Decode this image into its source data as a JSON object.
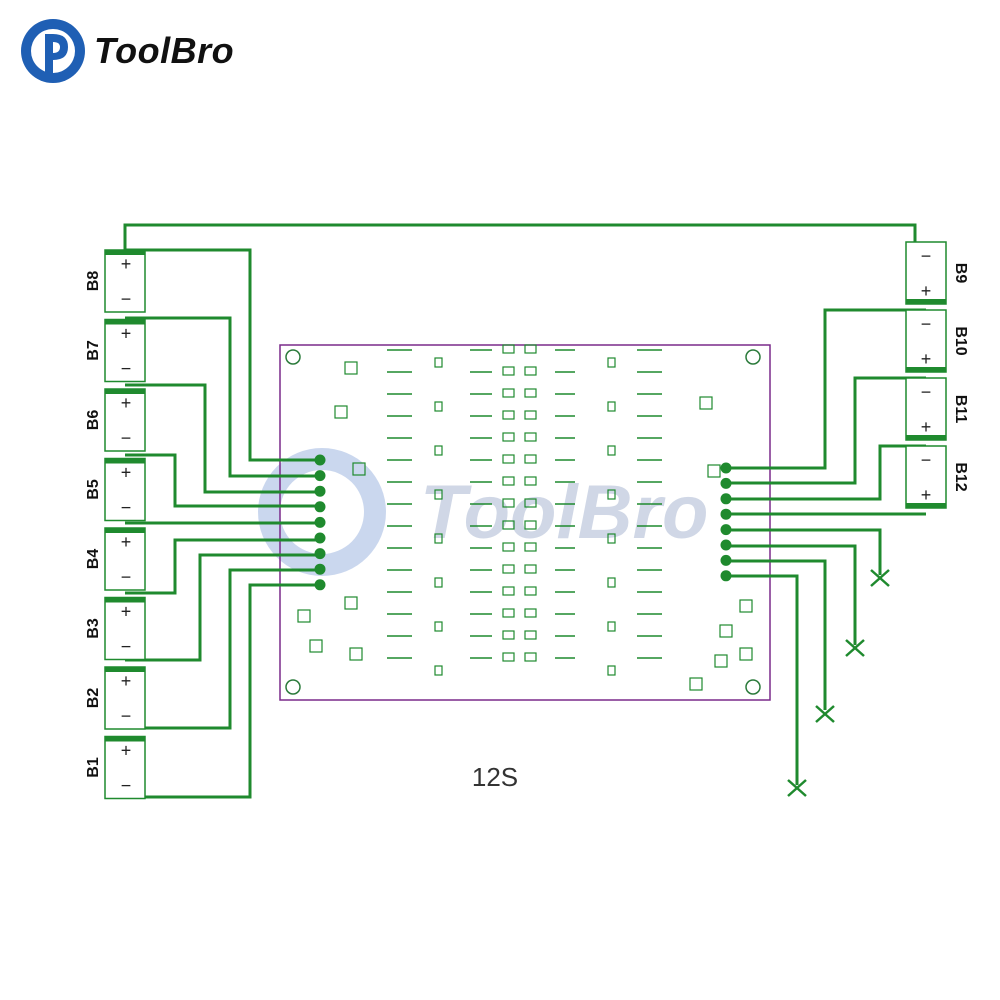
{
  "brand": {
    "name": "ToolBro",
    "watermark": "ToolBro",
    "logo_color": "#1f5fb4"
  },
  "caption": "12S",
  "colors": {
    "trace": "#1f8a2e",
    "board_outline": "#7a2a8a",
    "component": "#1f8a2e"
  },
  "cells": [
    {
      "label": "B8",
      "side": "left",
      "top_symbol": "+",
      "bottom_symbol": "−"
    },
    {
      "label": "B7",
      "side": "left",
      "top_symbol": "+",
      "bottom_symbol": "−"
    },
    {
      "label": "B6",
      "side": "left",
      "top_symbol": "+",
      "bottom_symbol": "−"
    },
    {
      "label": "B5",
      "side": "left",
      "top_symbol": "+",
      "bottom_symbol": "−"
    },
    {
      "label": "B4",
      "side": "left",
      "top_symbol": "+",
      "bottom_symbol": "−"
    },
    {
      "label": "B3",
      "side": "left",
      "top_symbol": "+",
      "bottom_symbol": "−"
    },
    {
      "label": "B2",
      "side": "left",
      "top_symbol": "+",
      "bottom_symbol": "−"
    },
    {
      "label": "B1",
      "side": "left",
      "top_symbol": "+",
      "bottom_symbol": "−"
    },
    {
      "label": "B9",
      "side": "right",
      "top_symbol": "−",
      "bottom_symbol": "+"
    },
    {
      "label": "B10",
      "side": "right",
      "top_symbol": "−",
      "bottom_symbol": "+"
    },
    {
      "label": "B11",
      "side": "right",
      "top_symbol": "−",
      "bottom_symbol": "+"
    },
    {
      "label": "B12",
      "side": "right",
      "top_symbol": "−",
      "bottom_symbol": "+"
    }
  ]
}
